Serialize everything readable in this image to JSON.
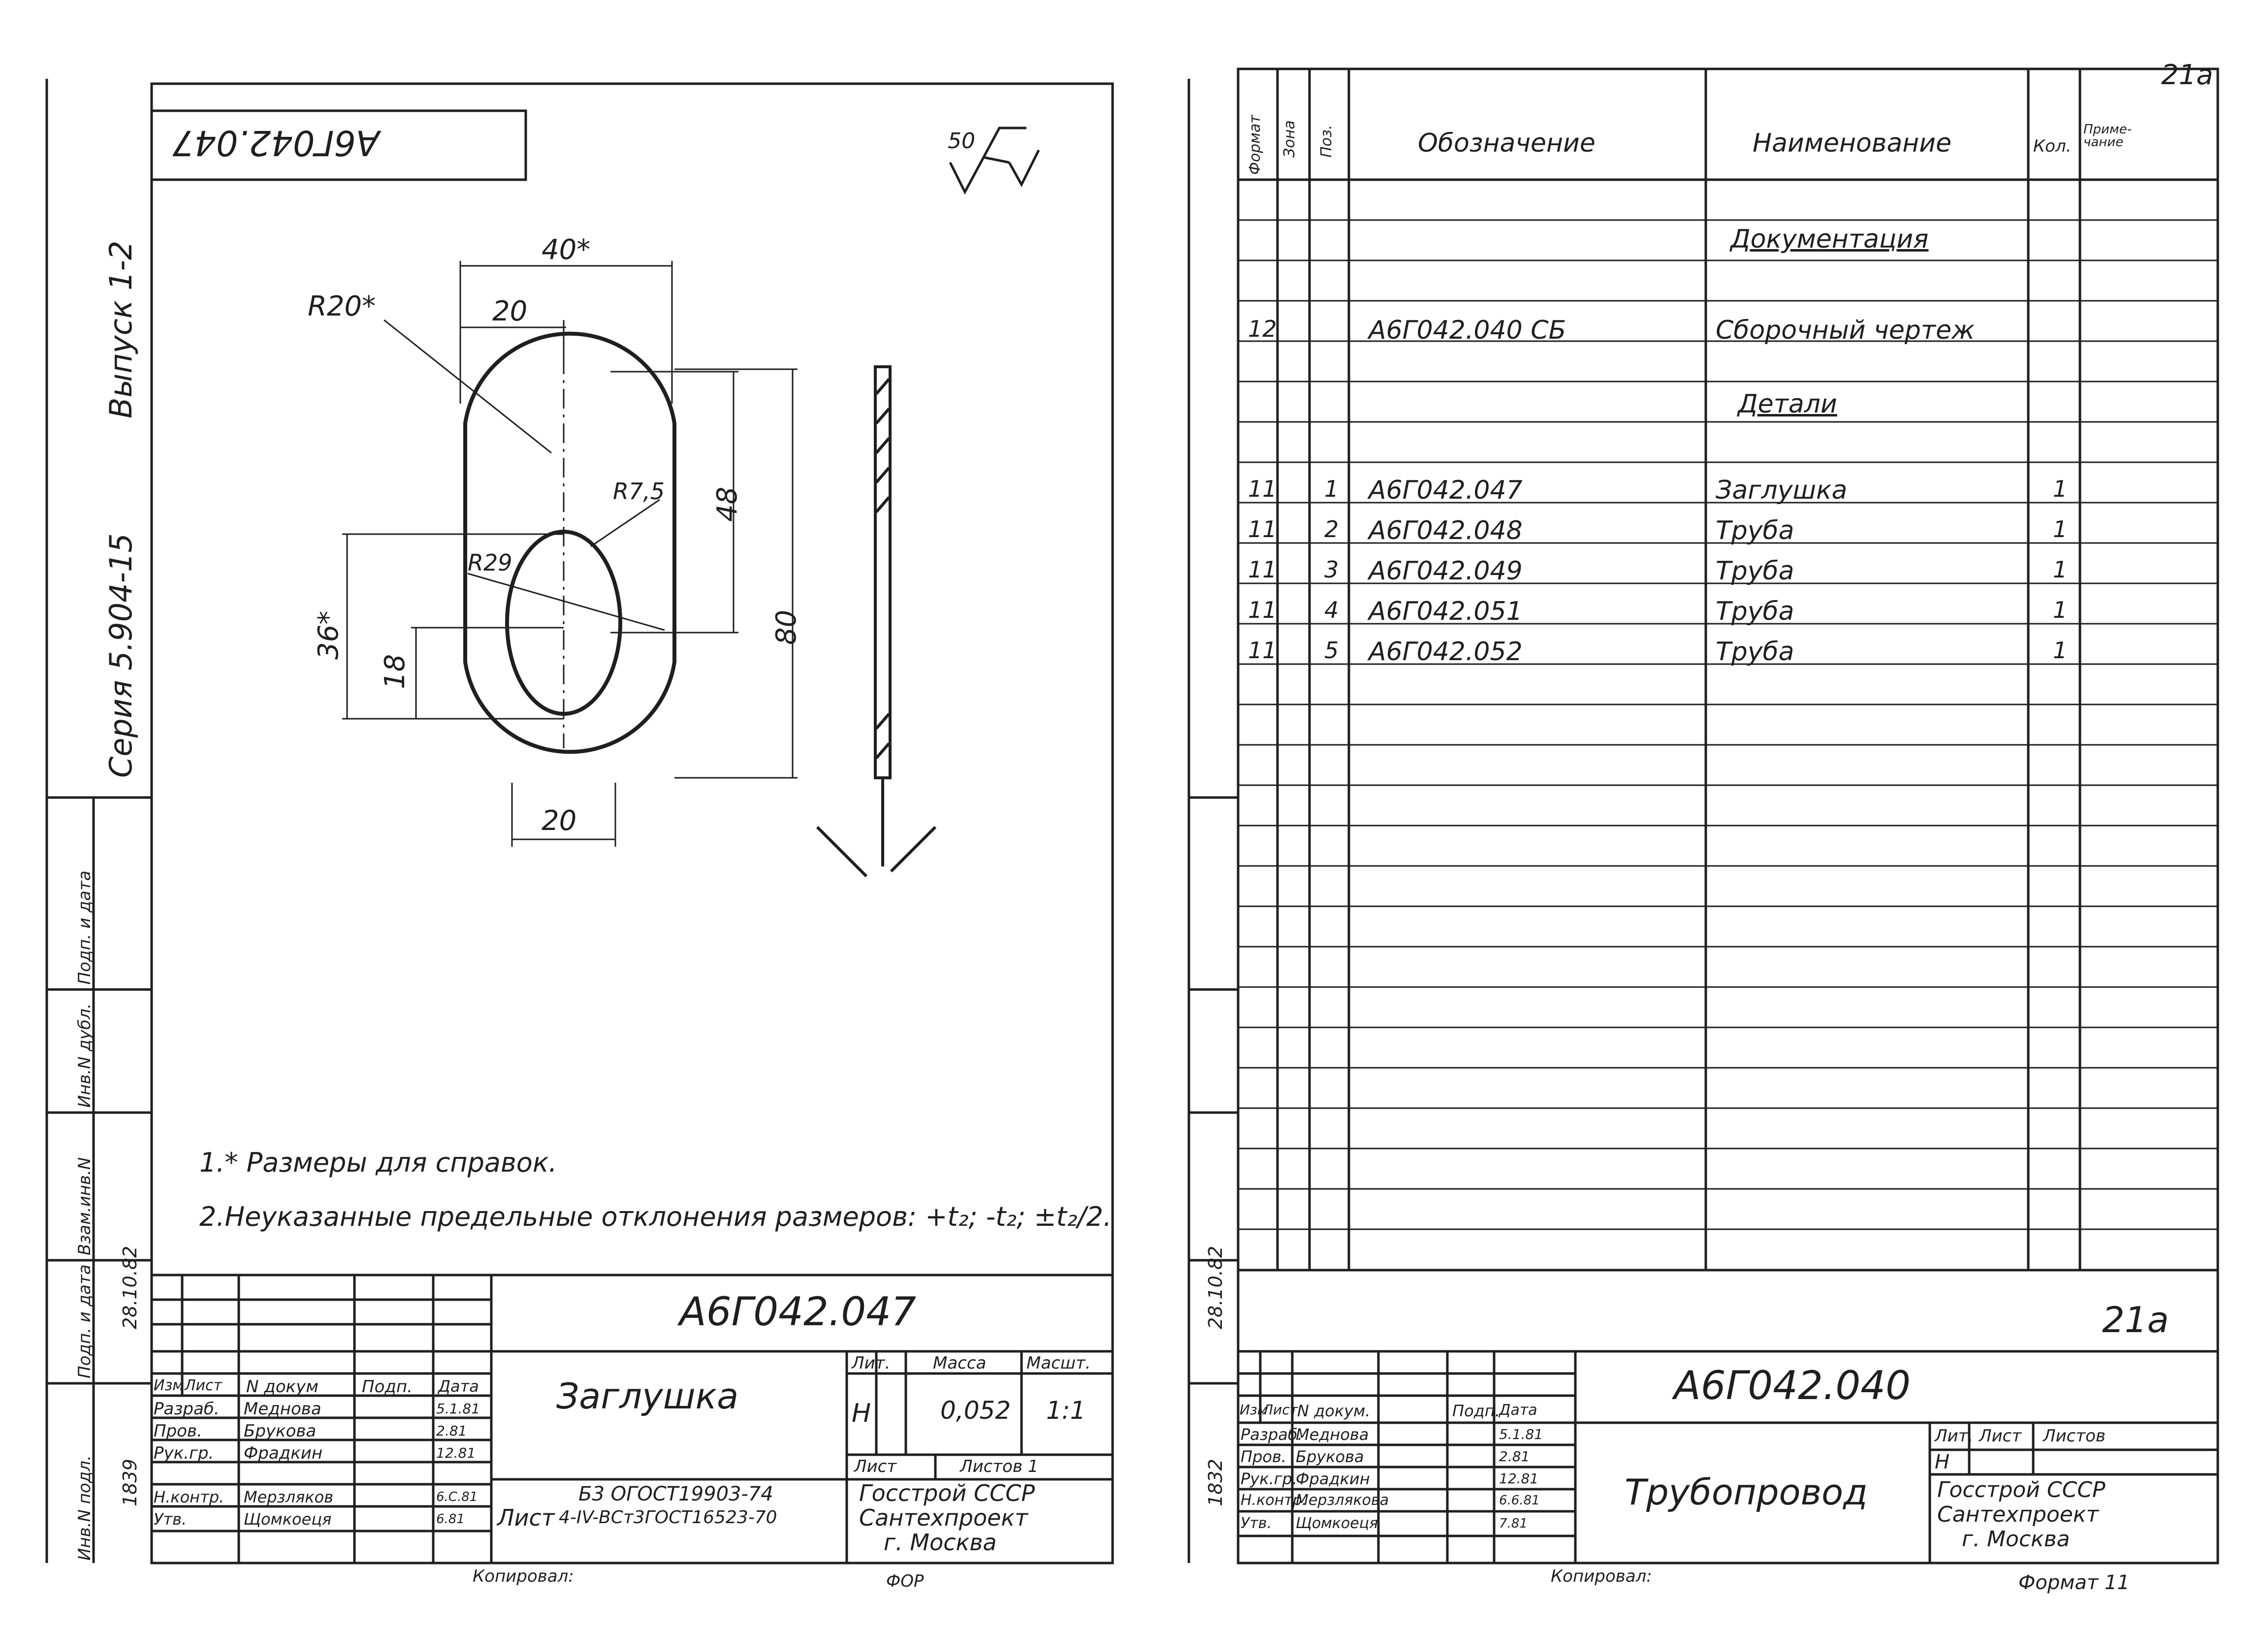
{
  "left_sheet": {
    "corner_code": "А6Г042.047",
    "roughness": "50",
    "series": "Серия 5.904-15",
    "issue": "Выпуск 1-2",
    "dims": {
      "d40": "40*",
      "d20_top": "20",
      "r20": "R20*",
      "r7_5": "R7,5",
      "r29": "R29",
      "d48": "48",
      "d80": "80",
      "d36": "36*",
      "d18": "18",
      "d20_bottom": "20"
    },
    "notes": [
      "1.* Размеры для справок.",
      "2.Неуказанные предельные отклонения размеров: +t₂; -t₂; ±t₂/2."
    ],
    "side_labels": [
      "Инв.N подл.",
      "Подп. и дата",
      "Взам.инв.N",
      "Инв.N дубл.",
      "Подп. и дата"
    ],
    "side_values": {
      "inv": "1839",
      "sign_date": "28.10.82"
    },
    "title_block": {
      "code": "А6Г042.047",
      "name": "Заглушка",
      "head_cols": [
        "Изм",
        "Лист",
        "N докум",
        "Подп.",
        "Дата"
      ],
      "rows": [
        {
          "role": "Разраб.",
          "name": "Меднова",
          "date": "5.1.81"
        },
        {
          "role": "Пров.",
          "name": "Брукова",
          "date": "2.81"
        },
        {
          "role": "Рук.гр.",
          "name": "Фрадкин",
          "date": "12.81"
        },
        {
          "role": "Н.контр.",
          "name": "Мерзляков",
          "date": "6.C.81"
        },
        {
          "role": "Утв.",
          "name": "Щомкоеця",
          "date": "6.81"
        }
      ],
      "lit_label": "Лит.",
      "mass_label": "Масса",
      "scale_label": "Масшт.",
      "lit": "Н",
      "mass": "0,052",
      "scale": "1:1",
      "sheet_label": "Лист",
      "sheets_label": "Листов 1",
      "material_prefix": "Лист",
      "material_1": "Б3 ОГОСТ19903-74",
      "material_2": "4-IV-ВСт3ГОСТ16523-70",
      "org_1": "Госстрой СССР",
      "org_2": "Сантехпроект",
      "org_3": "г. Москва"
    },
    "copied": "Копировал:",
    "format": "ФОР"
  },
  "right_sheet": {
    "corner": "21a",
    "headers": {
      "format": "Формат",
      "zone": "Зона",
      "pos": "Поз.",
      "designation": "Обозначение",
      "name": "Наименование",
      "qty": "Кол.",
      "note": "Приме-чание"
    },
    "sections": {
      "docs": "Документация",
      "parts": "Детали"
    },
    "doc_row": {
      "format": "12",
      "designation": "А6Г042.040 СБ",
      "name": "Сборочный чертеж"
    },
    "parts": [
      {
        "format": "11",
        "pos": "1",
        "designation": "А6Г042.047",
        "name": "Заглушка",
        "qty": "1"
      },
      {
        "format": "11",
        "pos": "2",
        "designation": "А6Г042.048",
        "name": "Труба",
        "qty": "1"
      },
      {
        "format": "11",
        "pos": "3",
        "designation": "А6Г042.049",
        "name": "Труба",
        "qty": "1"
      },
      {
        "format": "11",
        "pos": "4",
        "designation": "А6Г042.051",
        "name": "Труба",
        "qty": "1"
      },
      {
        "format": "11",
        "pos": "5",
        "designation": "А6Г042.052",
        "name": "Труба",
        "qty": "1"
      }
    ],
    "page_mark": "21a",
    "side_values": {
      "inv": "1832",
      "sign_date": "28.10.82"
    },
    "title_block": {
      "code": "А6Г042.040",
      "name": "Трубопровод",
      "head_cols": [
        "Изм",
        "Лист",
        "N докум.",
        "Подп.",
        "Дата"
      ],
      "rows": [
        {
          "role": "Разраб.",
          "name": "Меднова",
          "date": "5.1.81"
        },
        {
          "role": "Пров.",
          "name": "Брукова",
          "date": "2.81"
        },
        {
          "role": "Рук.гр.",
          "name": "Фрадкин",
          "date": "12.81"
        },
        {
          "role": "Н.контр.",
          "name": "Мерзлякова",
          "date": "6.6.81"
        },
        {
          "role": "Утв.",
          "name": "Щомкоеця",
          "date": "7.81"
        }
      ],
      "lit_label": "Лит.",
      "sheet_label": "Лист",
      "sheets_label": "Листов",
      "lit": "Н",
      "org_1": "Госстрой СССР",
      "org_2": "Сантехпроект",
      "org_3": "г. Москва"
    },
    "copied": "Копировал:",
    "format": "Формат 11"
  }
}
